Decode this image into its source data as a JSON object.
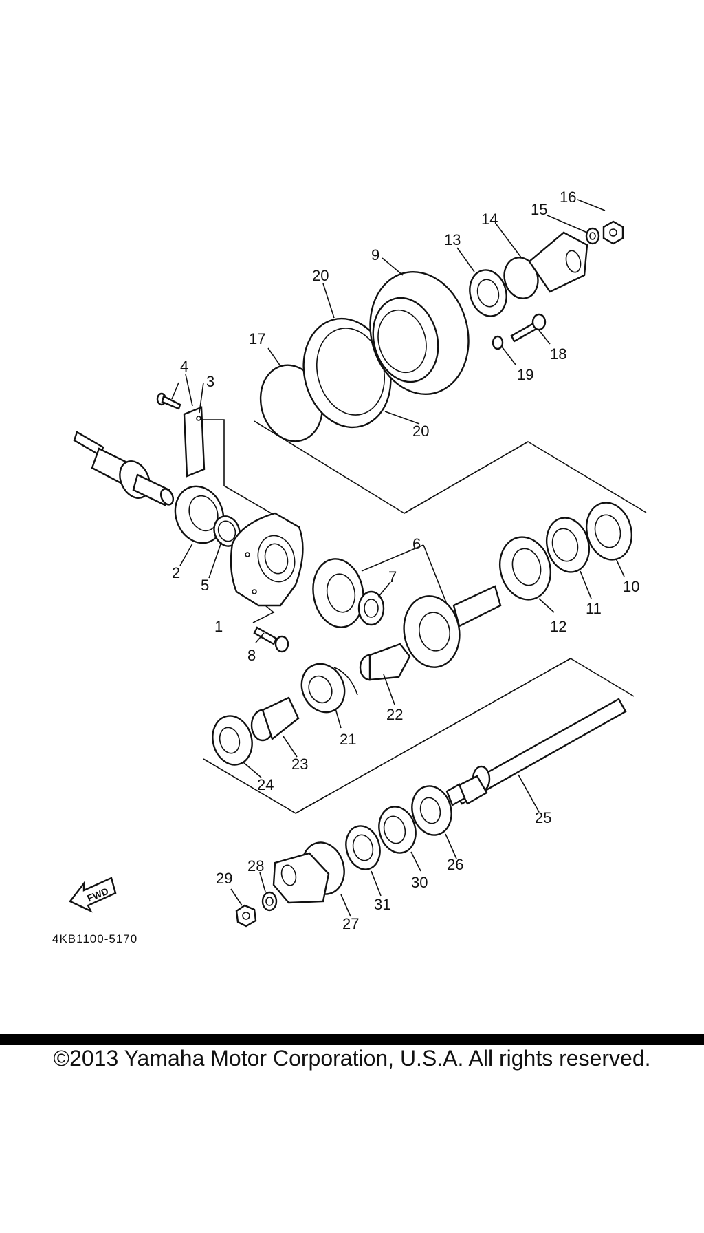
{
  "diagram": {
    "ref_code": "4KB1100-5170",
    "fwd_label": "FWD",
    "callouts": [
      "1",
      "2",
      "3",
      "4",
      "5",
      "6",
      "7",
      "8",
      "9",
      "10",
      "11",
      "12",
      "13",
      "14",
      "15",
      "16",
      "17",
      "18",
      "19",
      "20",
      "20",
      "21",
      "22",
      "23",
      "24",
      "25",
      "26",
      "27",
      "28",
      "29",
      "30",
      "31"
    ]
  },
  "footer": {
    "copyright": "©2013 Yamaha Motor Corporation, U.S.A. All rights reserved."
  }
}
